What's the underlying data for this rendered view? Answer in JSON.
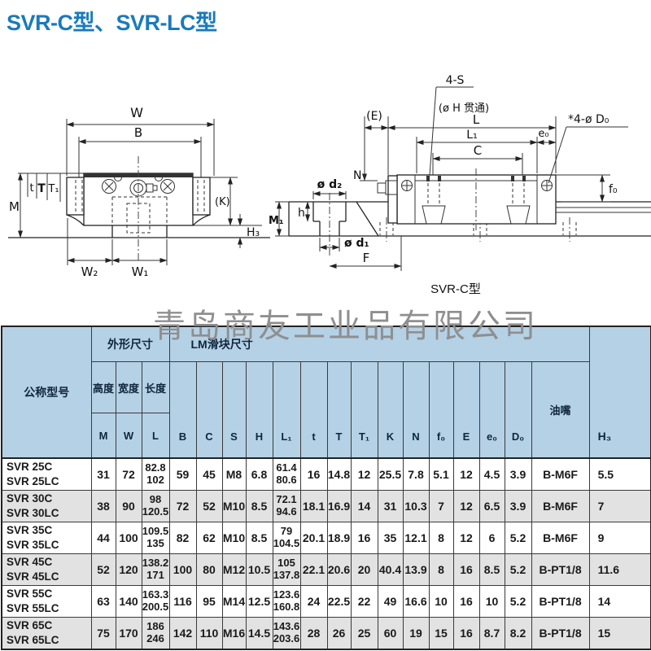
{
  "page": {
    "title": "SVR-C型、SVR-LC型",
    "watermark": "青岛商友工业品有限公司"
  },
  "fig_front": {
    "W": "W",
    "B": "B",
    "t": "t",
    "T": "T",
    "T1": "T₁",
    "M": "M",
    "K": "(K)",
    "H3": "H₃",
    "W2": "W₂",
    "W1": "W₁"
  },
  "fig_side": {
    "four_s": "4-S",
    "through": "(ø H 贯通)",
    "E": "(E)",
    "L": "L",
    "L1": "L₁",
    "C": "C",
    "e0": "e₀",
    "four_d0": "*4-ø D₀",
    "N": "N",
    "d2": "ø d₂",
    "M1": "M₁",
    "h": "h",
    "d1": "ø d₁",
    "F": "F",
    "f0": "f₀",
    "caption": "SVR-C型"
  },
  "table": {
    "group_headers": {
      "model": "公称型号",
      "outer": "外形尺寸",
      "block": "LM滑块尺寸",
      "nipple": "油嘴",
      "H3": "H₃"
    },
    "sub_headers": {
      "height": "高度",
      "width": "宽度",
      "length": "长度"
    },
    "symbols": {
      "M": "M",
      "W": "W",
      "L": "L",
      "B": "B",
      "C": "C",
      "S": "S",
      "H": "H",
      "L1": "L₁",
      "t": "t",
      "T": "T",
      "T1": "T₁",
      "K": "K",
      "N": "N",
      "f0": "f₀",
      "E": "E",
      "e0": "e₀",
      "D0": "D₀"
    },
    "rows": [
      {
        "model": "SVR 25C\nSVR 25LC",
        "M": "31",
        "W": "72",
        "L": "82.8\n102",
        "B": "59",
        "C": "45",
        "S": "M8",
        "H": "6.8",
        "L1": "61.4\n80.6",
        "t": "16",
        "T": "14.8",
        "T1": "12",
        "K": "25.5",
        "N": "7.8",
        "f0": "5.1",
        "E": "12",
        "e0": "4.5",
        "D0": "3.9",
        "nipple": "B-M6F",
        "H3": "5.5"
      },
      {
        "model": "SVR 30C\nSVR 30LC",
        "M": "38",
        "W": "90",
        "L": "98\n120.5",
        "B": "72",
        "C": "52",
        "S": "M10",
        "H": "8.5",
        "L1": "72.1\n94.6",
        "t": "18.1",
        "T": "16.9",
        "T1": "14",
        "K": "31",
        "N": "10.3",
        "f0": "7",
        "E": "12",
        "e0": "6.5",
        "D0": "3.9",
        "nipple": "B-M6F",
        "H3": "7"
      },
      {
        "model": "SVR 35C\nSVR 35LC",
        "M": "44",
        "W": "100",
        "L": "109.5\n135",
        "B": "82",
        "C": "62",
        "S": "M10",
        "H": "8.5",
        "L1": "79\n104.5",
        "t": "20.1",
        "T": "18.9",
        "T1": "16",
        "K": "35",
        "N": "12.1",
        "f0": "8",
        "E": "12",
        "e0": "6",
        "D0": "5.2",
        "nipple": "B-M6F",
        "H3": "9"
      },
      {
        "model": "SVR 45C\nSVR 45LC",
        "M": "52",
        "W": "120",
        "L": "138.2\n171",
        "B": "100",
        "C": "80",
        "S": "M12",
        "H": "10.5",
        "L1": "105\n137.8",
        "t": "22.1",
        "T": "20.6",
        "T1": "20",
        "K": "40.4",
        "N": "13.9",
        "f0": "8",
        "E": "16",
        "e0": "8.5",
        "D0": "5.2",
        "nipple": "B-PT1/8",
        "H3": "11.6"
      },
      {
        "model": "SVR 55C\nSVR 55LC",
        "M": "63",
        "W": "140",
        "L": "163.3\n200.5",
        "B": "116",
        "C": "95",
        "S": "M14",
        "H": "12.5",
        "L1": "123.6\n160.8",
        "t": "24",
        "T": "22.5",
        "T1": "22",
        "K": "49",
        "N": "16.6",
        "f0": "10",
        "E": "16",
        "e0": "10",
        "D0": "5.2",
        "nipple": "B-PT1/8",
        "H3": "14"
      },
      {
        "model": "SVR 65C\nSVR 65LC",
        "M": "75",
        "W": "170",
        "L": "186\n246",
        "B": "142",
        "C": "110",
        "S": "M16",
        "H": "14.5",
        "L1": "143.6\n203.6",
        "t": "28",
        "T": "26",
        "T1": "25",
        "K": "60",
        "N": "19",
        "f0": "15",
        "E": "16",
        "e0": "8.7",
        "D0": "8.2",
        "nipple": "B-PT1/8",
        "H3": "15"
      }
    ]
  }
}
